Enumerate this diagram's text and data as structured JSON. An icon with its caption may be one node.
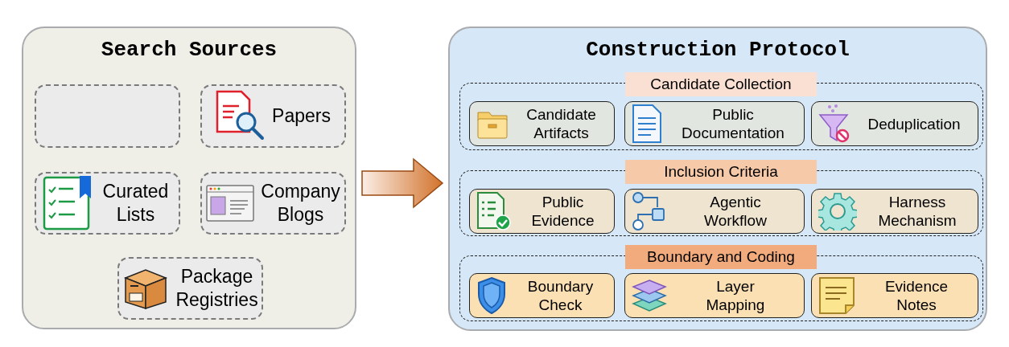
{
  "diagram": {
    "nodes": [
      {
        "text": [
          "Search Sources"
        ]
      },
      {
        "text": [],
        "shape": "box",
        "in": 0
      },
      {
        "text": [
          "Papers"
        ],
        "in": 0
      },
      {
        "text": [
          "Curated Lists"
        ],
        "in": 0
      },
      {
        "text": [
          "Company Blogs"
        ],
        "in": 0
      },
      {
        "text": [
          "Package Registries"
        ],
        "in": 0
      },
      {
        "text": [
          "Construction Protocol"
        ]
      },
      {
        "text": [
          "Candidate Collection"
        ],
        "in": 6
      },
      {
        "text": [
          "Candidate Artifacts"
        ],
        "in": 7
      },
      {
        "text": [
          "Public Documentation"
        ],
        "in": 7
      },
      {
        "text": [
          "Deduplication"
        ],
        "in": 7
      },
      {
        "text": [
          "Inclusion Criteria"
        ],
        "in": 6
      },
      {
        "text": [
          "Public Evidence"
        ],
        "in": 11
      },
      {
        "text": [
          "Agentic Workflow"
        ],
        "in": 11
      },
      {
        "text": [
          "Harness Mechanism"
        ],
        "in": 11
      },
      {
        "text": [
          "Boundary and Coding"
        ],
        "in": 6
      },
      {
        "text": [
          "Boundary Check"
        ],
        "in": 15
      },
      {
        "text": [
          "Layer Mapping"
        ],
        "in": 15
      },
      {
        "text": [
          "Evidence Notes"
        ],
        "in": 15
      }
    ],
    "edges": [
      {
        "from": 0,
        "to": 6,
        "arrow": "to",
        "style": "thick"
      }
    ]
  }
}
